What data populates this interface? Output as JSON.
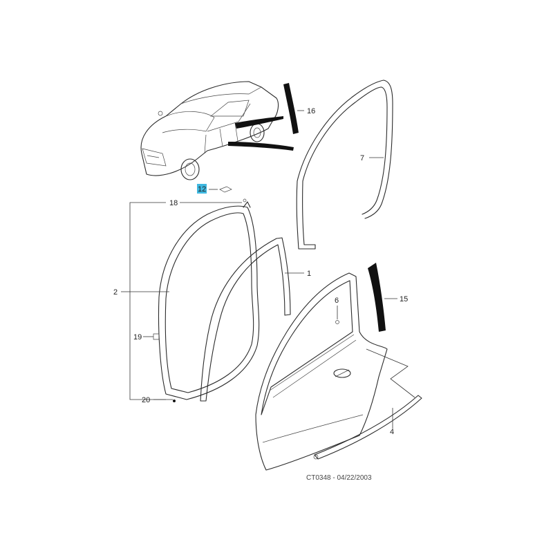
{
  "callouts": {
    "c1": "1",
    "c2": "2",
    "c4": "4",
    "c6": "6",
    "c7": "7",
    "c12": "12",
    "c15": "15",
    "c16": "16",
    "c18": "18",
    "c19": "19",
    "c20": "20"
  },
  "highlight_color": "#3fb8e0",
  "footer": "CT0348 - 04/22/2003"
}
